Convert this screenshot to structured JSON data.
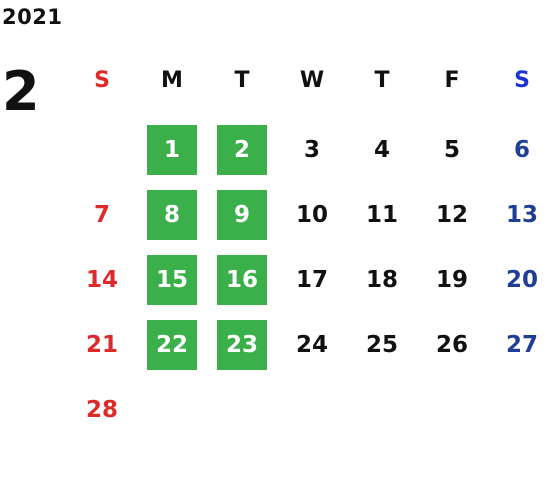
{
  "year": "2021",
  "month": "2",
  "weekdays": [
    "S",
    "M",
    "T",
    "W",
    "T",
    "F",
    "S"
  ],
  "weeks": [
    [
      {
        "day": ""
      },
      {
        "day": "1",
        "highlight": true
      },
      {
        "day": "2",
        "highlight": true
      },
      {
        "day": "3"
      },
      {
        "day": "4"
      },
      {
        "day": "5"
      },
      {
        "day": "6"
      }
    ],
    [
      {
        "day": "7"
      },
      {
        "day": "8",
        "highlight": true
      },
      {
        "day": "9",
        "highlight": true
      },
      {
        "day": "10"
      },
      {
        "day": "11"
      },
      {
        "day": "12"
      },
      {
        "day": "13"
      }
    ],
    [
      {
        "day": "14"
      },
      {
        "day": "15",
        "highlight": true
      },
      {
        "day": "16",
        "highlight": true
      },
      {
        "day": "17"
      },
      {
        "day": "18"
      },
      {
        "day": "19"
      },
      {
        "day": "20"
      }
    ],
    [
      {
        "day": "21"
      },
      {
        "day": "22",
        "highlight": true
      },
      {
        "day": "23",
        "highlight": true
      },
      {
        "day": "24"
      },
      {
        "day": "25"
      },
      {
        "day": "26"
      },
      {
        "day": "27"
      }
    ],
    [
      {
        "day": "28"
      },
      {
        "day": ""
      },
      {
        "day": ""
      },
      {
        "day": ""
      },
      {
        "day": ""
      },
      {
        "day": ""
      },
      {
        "day": ""
      }
    ]
  ],
  "colors": {
    "sunday": "#dd2b2b",
    "saturday": "#1f3f96",
    "highlight": "#3bb04a"
  }
}
